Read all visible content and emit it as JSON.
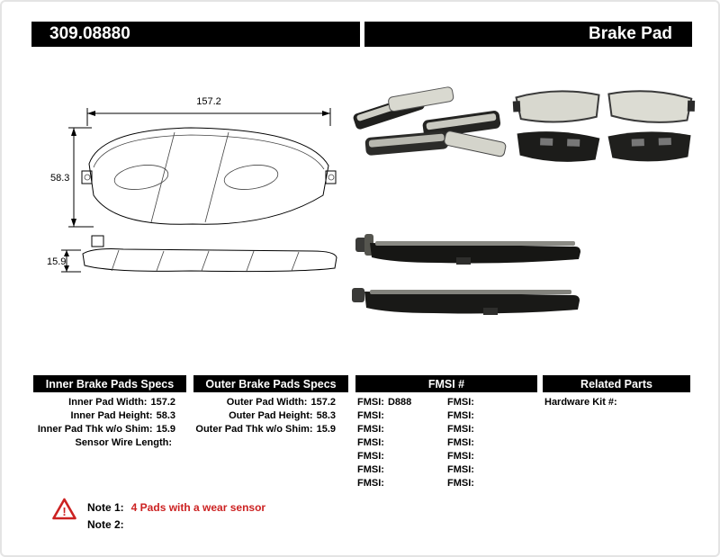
{
  "header": {
    "part_number": "309.08880",
    "product_title": "Brake Pad"
  },
  "diagram": {
    "dim_width": "157.2",
    "dim_height": "58.3",
    "dim_thickness": "15.9"
  },
  "columns": {
    "inner": {
      "title": "Inner Brake Pads Specs",
      "rows": [
        {
          "label": "Inner Pad Width:",
          "value": "157.2"
        },
        {
          "label": "Inner Pad Height:",
          "value": "58.3"
        },
        {
          "label": "Inner Pad Thk w/o Shim:",
          "value": "15.9"
        },
        {
          "label": "Sensor Wire Length:",
          "value": ""
        }
      ]
    },
    "outer": {
      "title": "Outer Brake Pads Specs",
      "rows": [
        {
          "label": "Outer Pad Width:",
          "value": "157.2"
        },
        {
          "label": "Outer Pad Height:",
          "value": "58.3"
        },
        {
          "label": "Outer Pad Thk w/o Shim:",
          "value": "15.9"
        }
      ]
    },
    "fmsi": {
      "title": "FMSI #",
      "rows": [
        {
          "l": "FMSI:",
          "lv": "D888",
          "r": "FMSI:",
          "rv": ""
        },
        {
          "l": "FMSI:",
          "lv": "",
          "r": "FMSI:",
          "rv": ""
        },
        {
          "l": "FMSI:",
          "lv": "",
          "r": "FMSI:",
          "rv": ""
        },
        {
          "l": "FMSI:",
          "lv": "",
          "r": "FMSI:",
          "rv": ""
        },
        {
          "l": "FMSI:",
          "lv": "",
          "r": "FMSI:",
          "rv": ""
        },
        {
          "l": "FMSI:",
          "lv": "",
          "r": "FMSI:",
          "rv": ""
        },
        {
          "l": "FMSI:",
          "lv": "",
          "r": "FMSI:",
          "rv": ""
        }
      ]
    },
    "related": {
      "title": "Related Parts",
      "rows": [
        {
          "label": "Hardware Kit #:",
          "value": ""
        }
      ]
    }
  },
  "notes": {
    "note1_label": "Note 1:",
    "note1_value": "4 Pads with a wear sensor",
    "note2_label": "Note 2:",
    "note2_value": ""
  },
  "colors": {
    "header_bg": "#000000",
    "note_red": "#cc2222"
  }
}
